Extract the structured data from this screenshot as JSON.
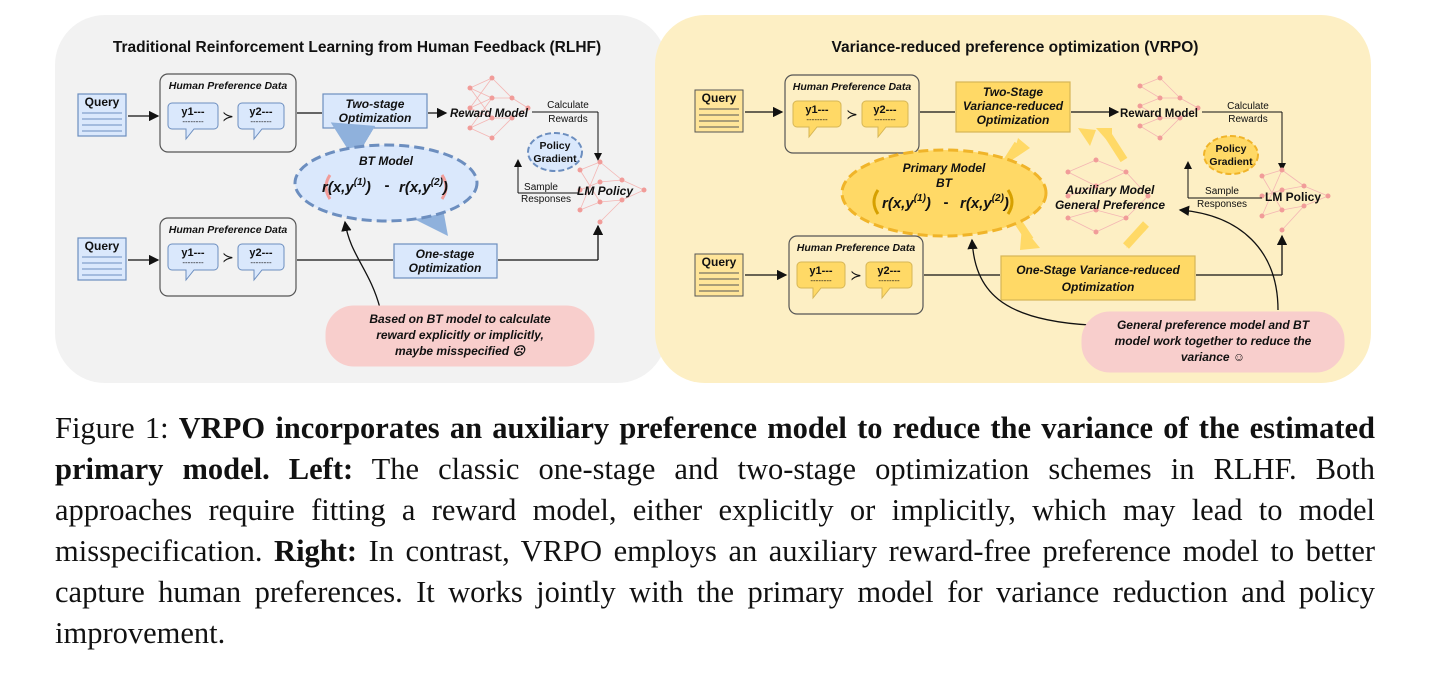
{
  "left": {
    "title": "Traditional Reinforcement Learning from Human Feedback (RLHF)",
    "query_top": "Query",
    "query_bottom": "Query",
    "hpd_top": "Human Preference Data",
    "hpd_bottom": "Human Preference Data",
    "y1": "y1---",
    "y2": "y2---",
    "dashes": "--------",
    "gt": "≻",
    "two_stage": [
      "Two-stage",
      "Optimization"
    ],
    "reward_model": "Reward Model",
    "calc_rewards": [
      "Calculate",
      "Rewards"
    ],
    "policy_gradient": [
      "Policy",
      "Gradient"
    ],
    "bt_model": "BT Model",
    "lm_policy": "LM Policy",
    "sample_responses": [
      "Sample",
      "Responses"
    ],
    "one_stage": [
      "One-stage",
      "Optimization"
    ],
    "note": [
      "Based on BT model to calculate",
      "reward explicitly or implicitly,",
      "maybe misspecified ☹"
    ]
  },
  "right": {
    "title": "Variance-reduced preference optimization (VRPO)",
    "query_top": "Query",
    "query_bottom": "Query",
    "hpd_top": "Human Preference Data",
    "hpd_bottom": "Human Preference Data",
    "y1": "y1---",
    "y2": "y2---",
    "dashes": "--------",
    "gt": "≻",
    "two_stage": [
      "Two-Stage",
      "Variance-reduced",
      "Optimization"
    ],
    "reward_model": "Reward Model",
    "calc_rewards": [
      "Calculate",
      "Rewards"
    ],
    "policy_gradient": [
      "Policy",
      "Gradient"
    ],
    "primary_model": [
      "Primary Model",
      "BT"
    ],
    "aux_model": [
      "Auxiliary Model",
      "General Preference"
    ],
    "lm_policy": "LM Policy",
    "sample_responses": [
      "Sample",
      "Responses"
    ],
    "one_stage": [
      "One-Stage Variance-reduced",
      "Optimization"
    ],
    "note": [
      "General preference model and BT",
      "model work together to reduce the",
      "variance ☺"
    ]
  },
  "formula": {
    "r1": "r(x,y",
    "r1_sup": "(1)",
    "minus": "-",
    "r2": "r(x,y",
    "r2_sup": "(2)",
    "close": ")"
  },
  "caption": {
    "prefix": "Figure 1:",
    "bold_1": "VRPO incorporates an auxiliary preference model to reduce the variance of the estimated primary model.",
    "left_label": "Left:",
    "left_text": "The classic one-stage and two-stage optimization schemes in RLHF. Both approaches require fitting a reward model, either explicitly or implicitly, which may lead to model misspecification.",
    "right_label": "Right:",
    "right_text": "In contrast, VRPO employs an auxiliary reward-free preference model to better capture human preferences. It works jointly with the primary model for variance reduction and policy improvement."
  },
  "colors": {
    "left_bg": "#f2f2f2",
    "right_bg": "#fdefc4",
    "blue_fill": "#dae8fc",
    "blue_stroke": "#6c8ebf",
    "yellow_fill": "#ffd966",
    "yellow_stroke": "#d6b656",
    "pink_fill": "#f8cecc",
    "node": "#f19c99"
  }
}
